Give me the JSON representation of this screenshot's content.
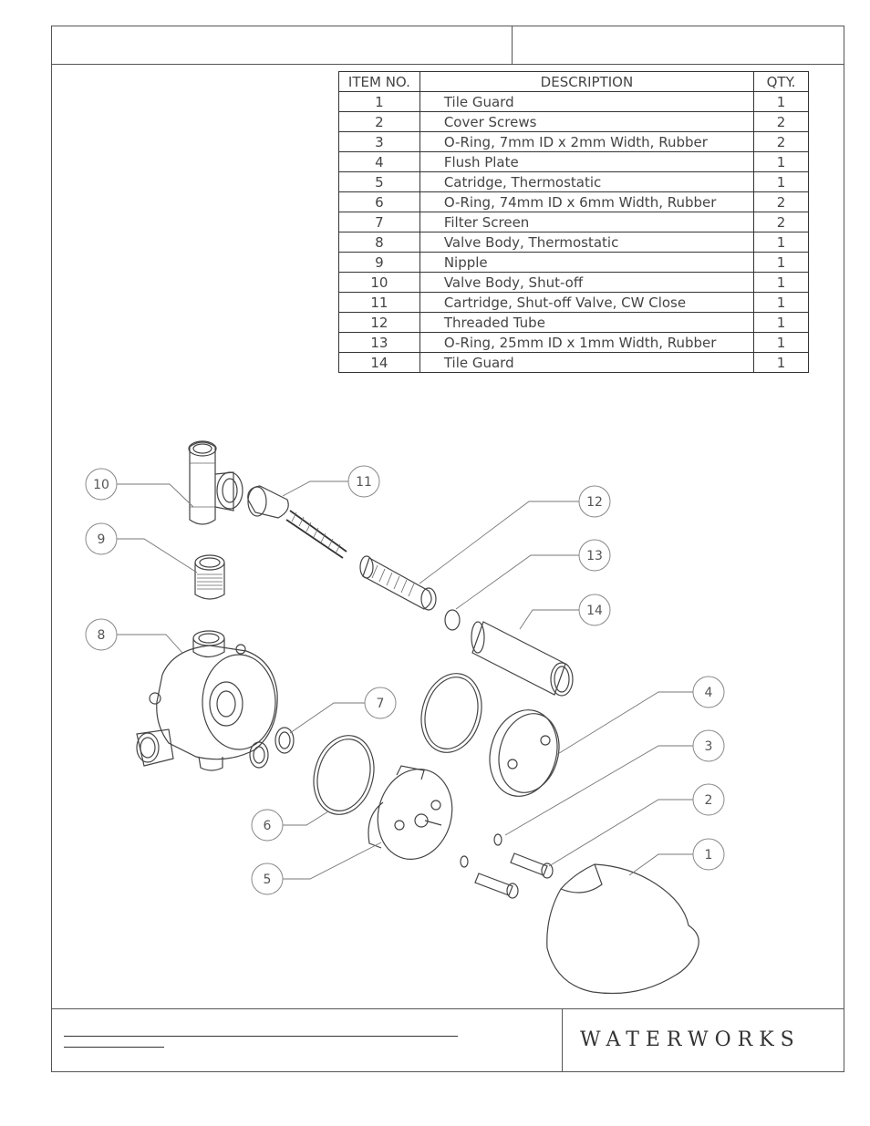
{
  "parts_table": {
    "headers": [
      "ITEM NO.",
      "DESCRIPTION",
      "QTY."
    ],
    "rows": [
      {
        "item": "1",
        "description": "Tile Guard",
        "qty": "1"
      },
      {
        "item": "2",
        "description": "Cover Screws",
        "qty": "2"
      },
      {
        "item": "3",
        "description": "O-Ring, 7mm ID x 2mm Width, Rubber",
        "qty": "2"
      },
      {
        "item": "4",
        "description": "Flush Plate",
        "qty": "1"
      },
      {
        "item": "5",
        "description": "Catridge, Thermostatic",
        "qty": "1"
      },
      {
        "item": "6",
        "description": "O-Ring, 74mm ID x 6mm Width, Rubber",
        "qty": "2"
      },
      {
        "item": "7",
        "description": "Filter Screen",
        "qty": "2"
      },
      {
        "item": "8",
        "description": "Valve Body, Thermostatic",
        "qty": "1"
      },
      {
        "item": "9",
        "description": "Nipple",
        "qty": "1"
      },
      {
        "item": "10",
        "description": "Valve Body, Shut-off",
        "qty": "1"
      },
      {
        "item": "11",
        "description": "Cartridge, Shut-off Valve, CW Close",
        "qty": "1"
      },
      {
        "item": "12",
        "description": "Threaded Tube",
        "qty": "1"
      },
      {
        "item": "13",
        "description": "O-Ring, 25mm ID x 1mm Width, Rubber",
        "qty": "1"
      },
      {
        "item": "14",
        "description": "Tile Guard",
        "qty": "1"
      }
    ]
  },
  "callouts": [
    "1",
    "2",
    "3",
    "4",
    "5",
    "6",
    "7",
    "8",
    "9",
    "10",
    "11",
    "12",
    "13",
    "14"
  ],
  "footer": {
    "logo": "WATERWORKS"
  }
}
